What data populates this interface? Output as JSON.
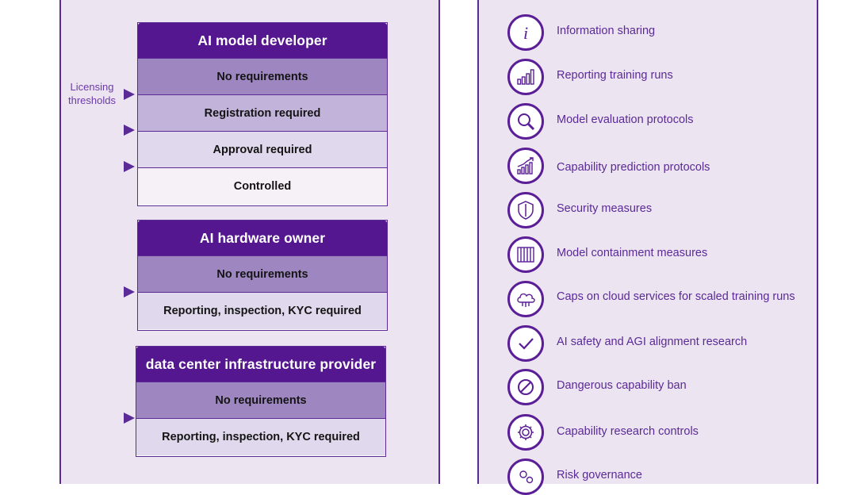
{
  "licensing_label_line1": "Licensing",
  "licensing_label_line2": "thresholds",
  "ai_model_developer": {
    "title": "AI model developer",
    "tiers": [
      "No requirements",
      "Registration required",
      "Approval required",
      "Controlled"
    ]
  },
  "ai_hardware_owner": {
    "title": "AI hardware owner",
    "tiers": [
      "No requirements",
      "Reporting, inspection, KYC required"
    ]
  },
  "data_center_provider": {
    "title": "data center infrastructure provider",
    "tiers": [
      "No requirements",
      "Reporting, inspection, KYC required"
    ]
  },
  "measures": [
    {
      "label": "Information sharing",
      "icon": "info-icon"
    },
    {
      "label": "Reporting training runs",
      "icon": "bar-chart-icon"
    },
    {
      "label": "Model evaluation protocols",
      "icon": "magnifier-icon"
    },
    {
      "label": "Capability prediction protocols",
      "icon": "trend-up-icon"
    },
    {
      "label": "Security measures",
      "icon": "shield-icon"
    },
    {
      "label": "Model containment measures",
      "icon": "cage-icon"
    },
    {
      "label": "Caps on cloud services for scaled training runs",
      "icon": "cloud-icon"
    },
    {
      "label": "AI safety and AGI alignment research",
      "icon": "checkmark-icon"
    },
    {
      "label": "Dangerous capability ban",
      "icon": "ban-icon"
    },
    {
      "label": "Capability research controls",
      "icon": "gear-icon"
    },
    {
      "label": "Risk governance",
      "icon": "gears-icon"
    }
  ],
  "colors": {
    "header_purple": "#54178f",
    "accent_purple": "#5a2a96",
    "panel_background": "#ece5f1"
  }
}
